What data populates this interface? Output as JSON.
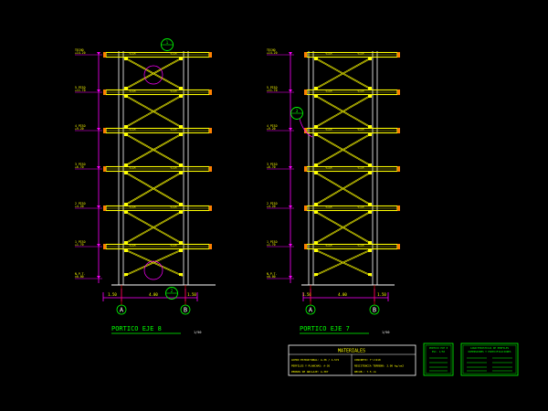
{
  "frames": [
    {
      "title": "PORTICO EJE 8",
      "scale_note": "1/50",
      "axis_left": "A",
      "axis_right": "B",
      "callout_top": "1",
      "callout_bottom": "2",
      "span_labels": [
        "1.50",
        "4.00",
        "1.50"
      ]
    },
    {
      "title": "PORTICO EJE 7",
      "scale_note": "1/50",
      "axis_left": "A",
      "axis_right": "B",
      "callout_side": "3",
      "span_labels": [
        "1.50",
        "4.00",
        "1.50"
      ]
    }
  ],
  "levels": [
    {
      "name": "TECHO",
      "value": "+14.20"
    },
    {
      "name": "5 PISO",
      "value": "+11.70"
    },
    {
      "name": "4 PISO",
      "value": "+9.20"
    },
    {
      "name": "3 PISO",
      "value": "+6.70"
    },
    {
      "name": "2 PISO",
      "value": "+4.20"
    },
    {
      "name": "1 PISO",
      "value": "+1.70"
    },
    {
      "name": "N.P.T.",
      "value": "±0.00"
    }
  ],
  "beam_label": "VIGA",
  "materials": {
    "title": "MATERIALES",
    "rows": [
      [
        "ACERO ESTRUCTURAL: A-36 / A-572",
        "CONCRETO: f'c=210"
      ],
      [
        "PERFILES Y PLANCHAS: A-36",
        "RESISTENCIA TERRENO: 2.00 kg/cm2"
      ],
      [
        "PERNOS DE ANCLAJE: A-307",
        "RECUB.: 7.5 cm"
      ]
    ]
  },
  "legend_small": {
    "title": "PORTICO EJE 8",
    "subtitle": "ESC. 1/50",
    "lines": [
      "",
      "",
      "",
      ""
    ]
  },
  "legend_large": {
    "title": "CARACTERISTICAS DE PERFILES",
    "subtitle": "DIMENSIONES Y ESPECIFICACIONES",
    "lines": [
      "",
      "",
      "",
      ""
    ]
  },
  "colors": {
    "column": "#ffffff",
    "beam": "#ffff00",
    "brace": "#ffff00",
    "dimension": "#ff00ff",
    "callout": "#00ff00",
    "title": "#00ff00",
    "end_plate": "#ff8000",
    "axis": "#ff0000"
  }
}
